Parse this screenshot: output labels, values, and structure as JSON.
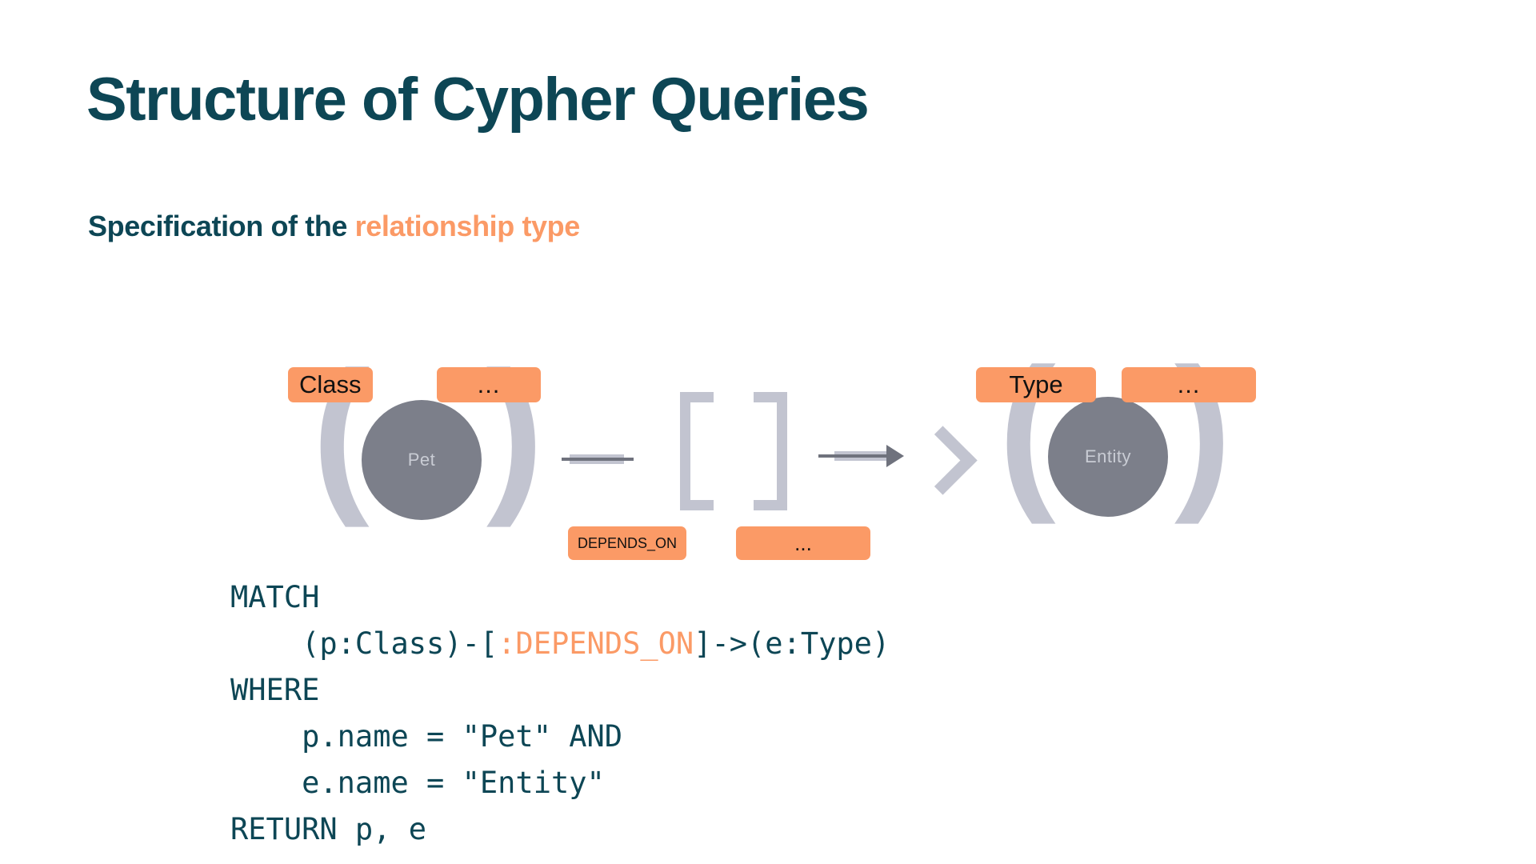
{
  "slide": {
    "title": "Structure of Cypher Queries",
    "subtitle_prefix": "Specification of the ",
    "subtitle_accent": "relationship type"
  },
  "colors": {
    "title_teal": "#0d4655",
    "accent_orange": "#fb9a66",
    "node_gray": "#7c7f8a",
    "syntax_gray": "#c2c4d0",
    "arrow_gray": "#6f727d",
    "background": "#ffffff"
  },
  "diagram": {
    "left_node": {
      "circle_label": "Pet",
      "badges": [
        "Class",
        "..."
      ],
      "open_paren": "(",
      "close_paren": ")"
    },
    "relationship": {
      "open_bracket": "[",
      "close_bracket": "]",
      "badges": [
        "DEPENDS_ON",
        "..."
      ],
      "left_dash": "-",
      "right_arrow": "->",
      "arrow_chevron": ">"
    },
    "right_node": {
      "circle_label": "Entity",
      "badges": [
        "Type",
        "..."
      ],
      "open_paren": "(",
      "close_paren": ")"
    }
  },
  "code": {
    "lines": [
      {
        "segments": [
          {
            "text": "MATCH",
            "style": "kw"
          }
        ]
      },
      {
        "segments": [
          {
            "text": "    (p:Class)-[",
            "style": "kw"
          },
          {
            "text": ":DEPENDS_ON",
            "style": "rel"
          },
          {
            "text": "]->(e:Type)",
            "style": "kw"
          }
        ]
      },
      {
        "segments": [
          {
            "text": "WHERE",
            "style": "kw"
          }
        ]
      },
      {
        "segments": [
          {
            "text": "    p.name = \"Pet\" AND",
            "style": "kw"
          }
        ]
      },
      {
        "segments": [
          {
            "text": "    e.name = \"Entity\"",
            "style": "kw"
          }
        ]
      },
      {
        "segments": [
          {
            "text": "RETURN p, e",
            "style": "kw"
          }
        ]
      }
    ]
  }
}
